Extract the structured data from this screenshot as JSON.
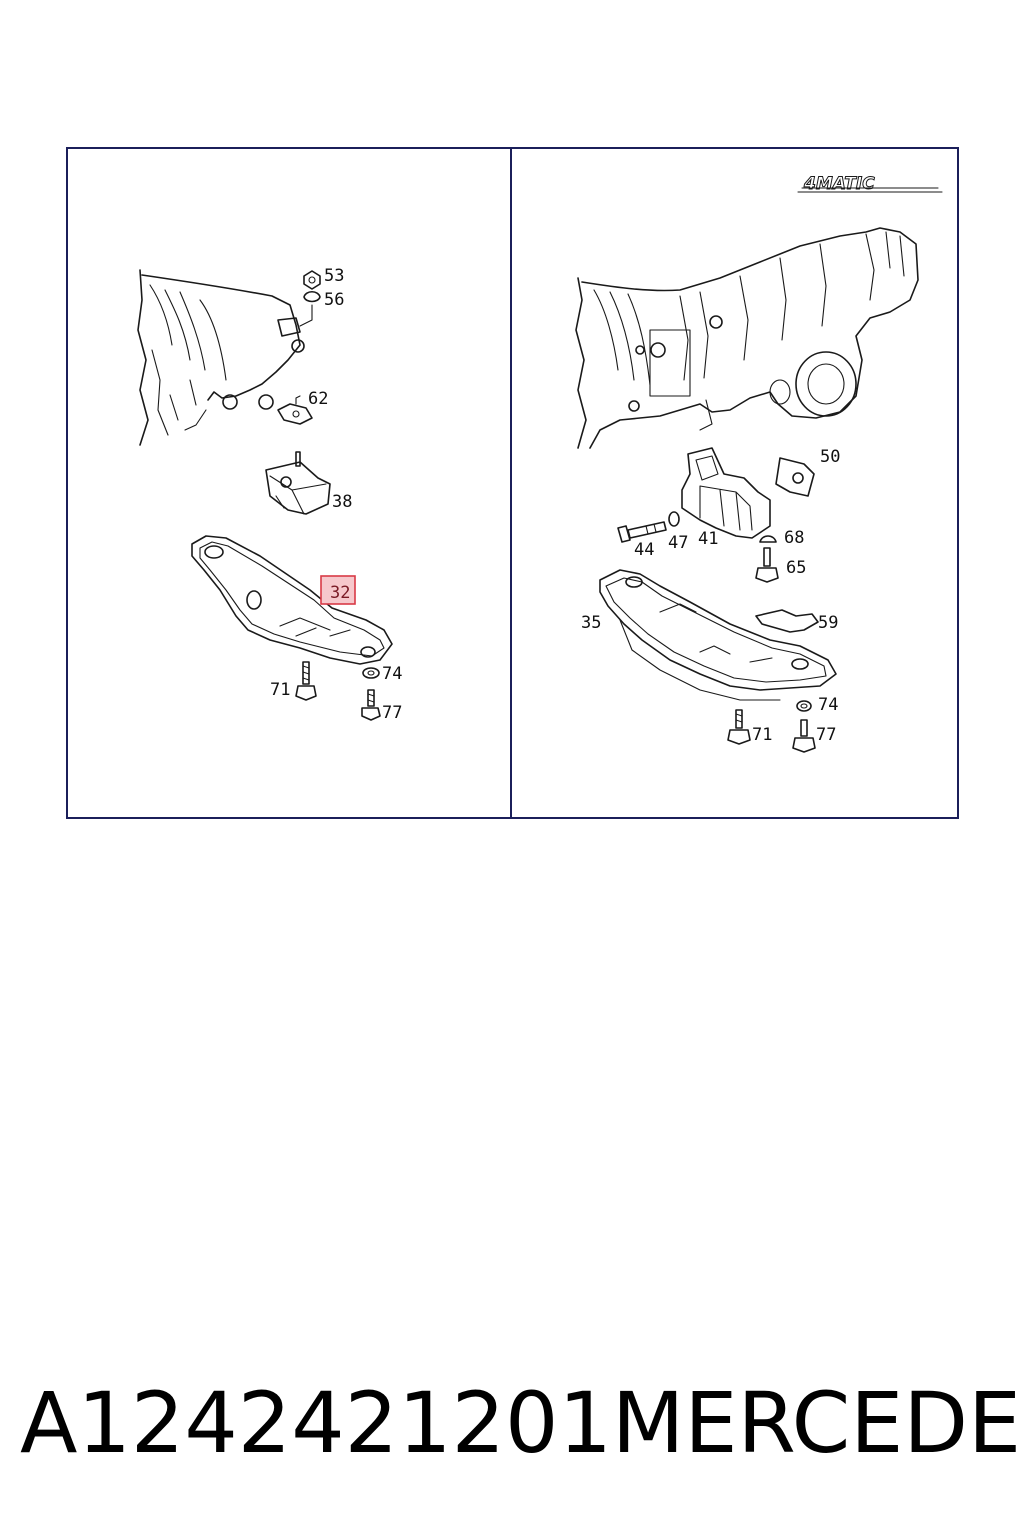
{
  "footer": {
    "part_number": "A1242421201",
    "brand": "MERCEDES"
  },
  "diagram": {
    "badge": "4MATIC",
    "highlighted_part": "32",
    "left_panel": {
      "labels": [
        "53",
        "56",
        "62",
        "38",
        "32",
        "71",
        "74",
        "77"
      ]
    },
    "right_panel": {
      "labels": [
        "50",
        "44",
        "47",
        "41",
        "68",
        "65",
        "35",
        "59",
        "74",
        "71",
        "77"
      ]
    }
  },
  "colors": {
    "frame": "#1b1f5a",
    "highlight_fill": "#f6c8cc",
    "highlight_stroke": "#d93a46"
  }
}
